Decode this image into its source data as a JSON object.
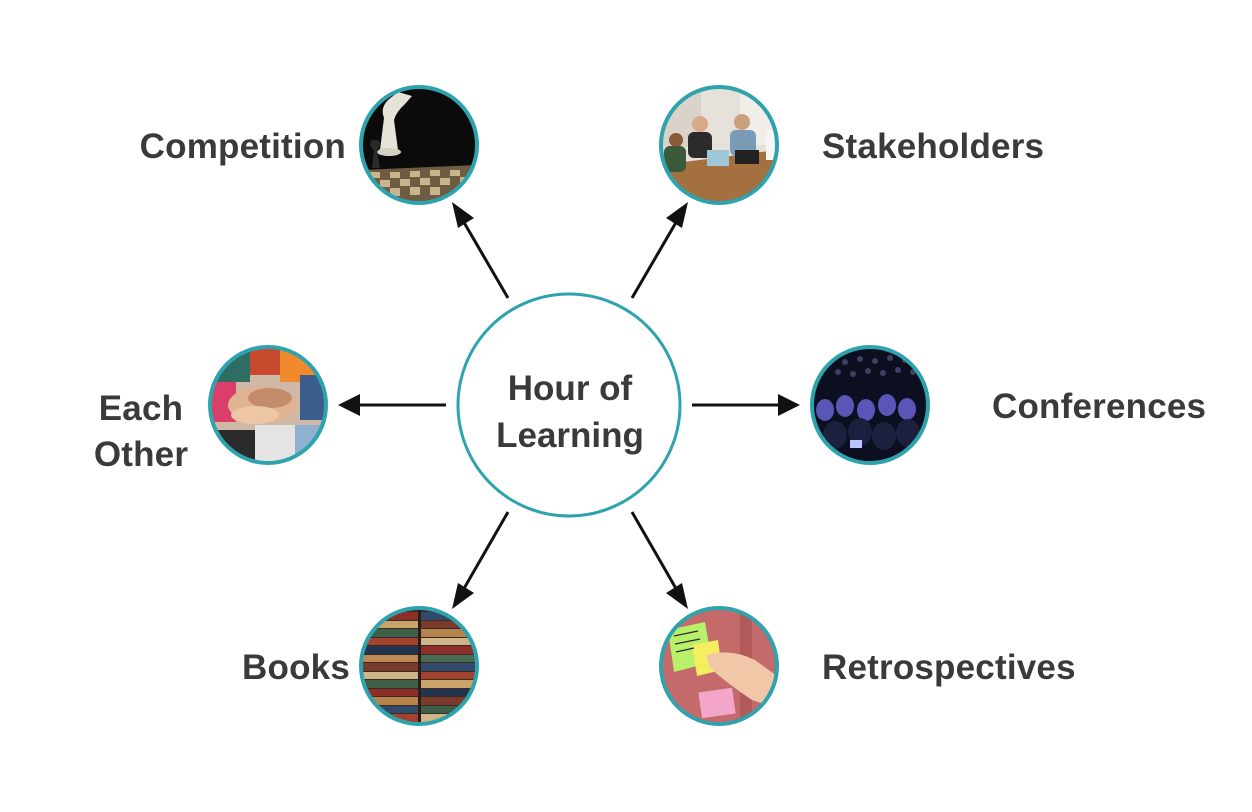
{
  "center": {
    "line1": "Hour of",
    "line2": "Learning"
  },
  "nodes": {
    "competition": {
      "label": "Competition"
    },
    "stakeholders": {
      "label": "Stakeholders"
    },
    "each_other": {
      "line1": "Each",
      "line2": "Other"
    },
    "conferences": {
      "label": "Conferences"
    },
    "books": {
      "label": "Books"
    },
    "retrospectives": {
      "label": "Retrospectives"
    }
  },
  "colors": {
    "ring": "#2ea3ad",
    "arrow": "#111111",
    "text": "#3a3a3a"
  },
  "images": {
    "competition": "chess-pieces-photo",
    "stakeholders": "team-meeting-photo",
    "each_other": "stacked-hands-photo",
    "conferences": "conference-audience-photo",
    "books": "book-stacks-photo",
    "retrospectives": "sticky-notes-photo"
  }
}
